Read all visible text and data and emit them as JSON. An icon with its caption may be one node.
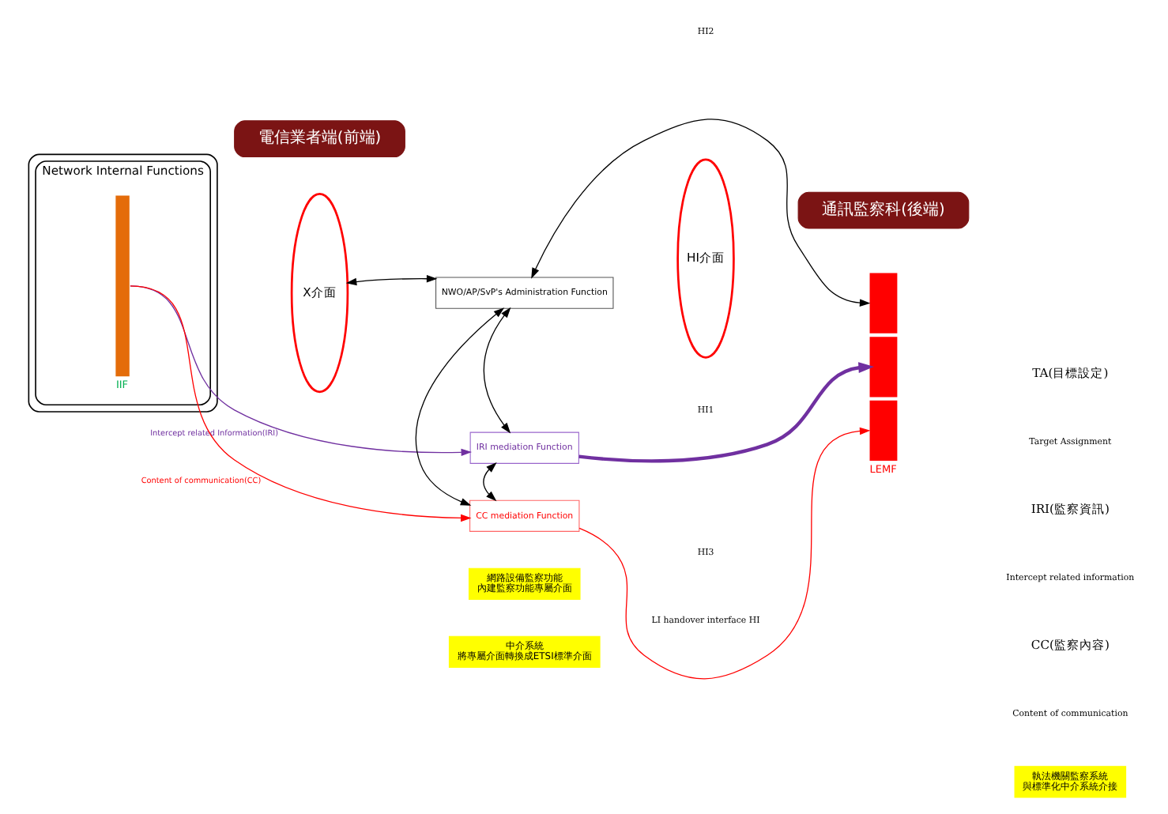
{
  "diagram": {
    "nodes": [
      {
        "text": [
          "電信業者端(前端)"
        ]
      },
      {
        "text": [
          "通訊監察科(後端)"
        ]
      },
      {
        "text": [],
        "shape": "ellipse"
      },
      {
        "text": [
          "Network Internal Functions"
        ],
        "in": 2
      },
      {
        "text": [],
        "shape": "bar",
        "beside": [
          "IIF"
        ],
        "in": 3
      },
      {
        "text": [
          "X介面"
        ]
      },
      {
        "text": [
          "NWO/AP/SvP's Administration Function"
        ]
      },
      {
        "text": [
          "IRI mediation Function"
        ]
      },
      {
        "text": [
          "CC mediation Function"
        ]
      },
      {
        "text": [
          "HI介面"
        ]
      },
      {
        "text": [],
        "shape": "bar",
        "beside": [
          "LEMF"
        ]
      },
      {
        "text": [
          "網路設備監察功能",
          "內建監察功能專屬介面"
        ]
      },
      {
        "text": [
          "中介系統",
          "將專屬介面轉換成ETSI標準介面"
        ]
      },
      {
        "text": [
          "執法機關監察系統",
          "與標準化中介系統介接"
        ]
      }
    ],
    "edges": [
      {
        "from": 5,
        "to": 6,
        "arrow": "both"
      },
      {
        "from": 6,
        "to": 10,
        "arrow": "both"
      },
      {
        "from": 4,
        "to": 7,
        "arrow": "to",
        "label": "Intercept related Information(IRI)",
        "color": "#7030a0"
      },
      {
        "from": 4,
        "to": 8,
        "arrow": "to",
        "label": "Content of communication(CC)",
        "color": "#ff0000"
      },
      {
        "from": 6,
        "to": 8,
        "arrow": "both"
      },
      {
        "from": 6,
        "to": 7,
        "arrow": "both"
      },
      {
        "from": 7,
        "to": 8,
        "arrow": "both"
      },
      {
        "from": 7,
        "to": 10,
        "arrow": "to",
        "color": "#7030a0",
        "style": "thick"
      },
      {
        "from": 8,
        "to": 10,
        "arrow": "to",
        "color": "#ff0000"
      }
    ],
    "labels": [
      "HI1",
      "HI2",
      "HI3",
      "TA(目標設定)",
      "Target Assignment",
      "IRI(監察資訊)",
      "Intercept related information",
      "CC(監察內容)",
      "Content of communication",
      "LI handover interface HI"
    ]
  }
}
